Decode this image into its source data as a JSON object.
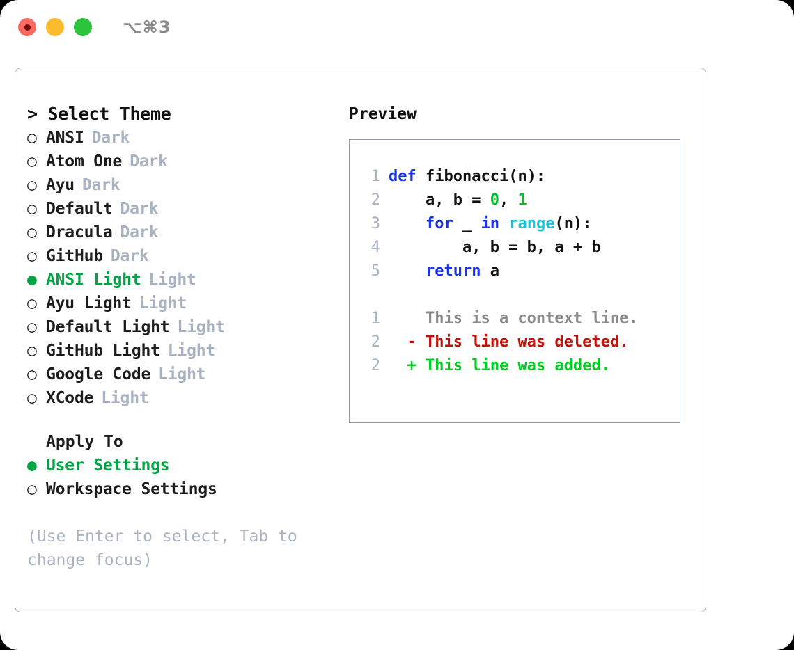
{
  "titlebar": {
    "shortcut": "⌥⌘3",
    "buttons": [
      {
        "name": "close",
        "color": "#f96a63"
      },
      {
        "name": "minimize",
        "color": "#fcbb2f"
      },
      {
        "name": "maximize",
        "color": "#2bc43c"
      }
    ]
  },
  "colors": {
    "accent_green": "#00a443",
    "muted": "#a8b2c1",
    "panel_border": "#a8b2c1",
    "code_border": "#8c9aab",
    "keyword_blue": "#1a33e8",
    "function_cyan": "#19c3d6",
    "number_green": "#00bf2a",
    "diff_added": "#00cc22",
    "diff_deleted": "#c01408",
    "diff_context": "#8a8a8a"
  },
  "left": {
    "title": "> Select Theme",
    "markers": {
      "selected": "●",
      "unselected": "○"
    },
    "themes": [
      {
        "name": "ANSI",
        "kind": "Dark",
        "selected": false
      },
      {
        "name": "Atom One",
        "kind": "Dark",
        "selected": false
      },
      {
        "name": "Ayu",
        "kind": "Dark",
        "selected": false
      },
      {
        "name": "Default",
        "kind": "Dark",
        "selected": false
      },
      {
        "name": "Dracula",
        "kind": "Dark",
        "selected": false
      },
      {
        "name": "GitHub",
        "kind": "Dark",
        "selected": false
      },
      {
        "name": "ANSI Light",
        "kind": "Light",
        "selected": true
      },
      {
        "name": "Ayu Light",
        "kind": "Light",
        "selected": false
      },
      {
        "name": "Default Light",
        "kind": "Light",
        "selected": false
      },
      {
        "name": "GitHub Light",
        "kind": "Light",
        "selected": false
      },
      {
        "name": "Google Code",
        "kind": "Light",
        "selected": false
      },
      {
        "name": "XCode",
        "kind": "Light",
        "selected": false
      }
    ],
    "apply_to_heading": "Apply To",
    "apply_to": [
      {
        "name": "User Settings",
        "selected": true
      },
      {
        "name": "Workspace Settings",
        "selected": false
      }
    ],
    "hint": "(Use Enter to select, Tab to change focus)"
  },
  "right": {
    "title": "Preview",
    "code_lines": [
      {
        "num": "1",
        "tokens": [
          {
            "t": "def",
            "c": "kw"
          },
          {
            "t": " fibonacci(n):",
            "c": "id"
          }
        ]
      },
      {
        "num": "2",
        "tokens": [
          {
            "t": "    a, b = ",
            "c": "id"
          },
          {
            "t": "0",
            "c": "num"
          },
          {
            "t": ", ",
            "c": "id"
          },
          {
            "t": "1",
            "c": "num"
          }
        ]
      },
      {
        "num": "3",
        "tokens": [
          {
            "t": "    ",
            "c": "id"
          },
          {
            "t": "for",
            "c": "kw"
          },
          {
            "t": " _ ",
            "c": "id"
          },
          {
            "t": "in",
            "c": "kw"
          },
          {
            "t": " ",
            "c": "id"
          },
          {
            "t": "range",
            "c": "fn"
          },
          {
            "t": "(n):",
            "c": "id"
          }
        ]
      },
      {
        "num": "4",
        "tokens": [
          {
            "t": "        a, b = b, a + b",
            "c": "id"
          }
        ]
      },
      {
        "num": "5",
        "tokens": [
          {
            "t": "    ",
            "c": "id"
          },
          {
            "t": "return",
            "c": "kw"
          },
          {
            "t": " a",
            "c": "id"
          }
        ]
      }
    ],
    "diff_lines": [
      {
        "num": "1",
        "marker": " ",
        "text": " This is a context line.",
        "kind": "ctx"
      },
      {
        "num": "2",
        "marker": "-",
        "text": " This line was deleted.",
        "kind": "del"
      },
      {
        "num": "2",
        "marker": "+",
        "text": " This line was added.",
        "kind": "add"
      }
    ]
  }
}
